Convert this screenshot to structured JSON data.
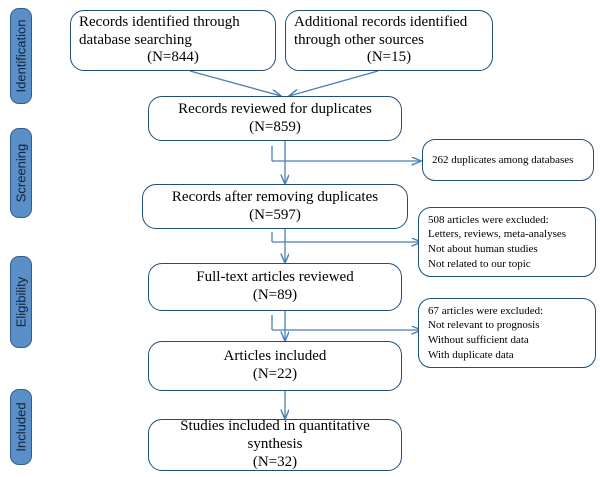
{
  "diagram": {
    "title": "PRISMA study selection flow diagram",
    "type": "flowchart",
    "colors": {
      "stage_fill": "#5B8FC7",
      "stage_border": "#2E5E8E",
      "box_border": "#1F4E79",
      "arrow": "#4A7FB5",
      "text": "#000000",
      "background": "#FFFFFF"
    }
  },
  "stages": [
    {
      "label": "Identification"
    },
    {
      "label": "Screening"
    },
    {
      "label": "Eligibility"
    },
    {
      "label": "Included"
    }
  ],
  "nodes": {
    "records_database": {
      "lines": [
        "Records identified through",
        "database searching",
        "(N=844)"
      ],
      "count": 844
    },
    "records_other": {
      "lines": [
        "Additional records identified",
        "through other sources",
        "(N=15)"
      ],
      "count": 15
    },
    "reviewed_duplicates": {
      "lines": [
        "Records reviewed for duplicates",
        "(N=859)"
      ],
      "count": 859
    },
    "after_duplicates": {
      "lines": [
        "Records after removing duplicates",
        "(N=597)"
      ],
      "count": 597
    },
    "fulltext_reviewed": {
      "lines": [
        "Full-text articles reviewed",
        "(N=89)"
      ],
      "count": 89
    },
    "articles_included": {
      "lines": [
        "Articles included",
        "(N=22)"
      ],
      "count": 22
    },
    "quantitative_synthesis": {
      "lines": [
        "Studies included in quantitative",
        "synthesis",
        "(N=32)"
      ],
      "count": 32
    }
  },
  "notes": {
    "duplicates_note": {
      "lines": [
        "262 duplicates among databases"
      ],
      "count": 262
    },
    "excluded_508": {
      "lines": [
        "508 articles were excluded:",
        "Letters, reviews, meta-analyses",
        "Not about human studies",
        "Not related to our topic"
      ],
      "count": 508
    },
    "excluded_67": {
      "lines": [
        "67 articles were excluded:",
        "Not relevant to prognosis",
        "Without sufficient data",
        "With duplicate data"
      ],
      "count": 67
    }
  }
}
